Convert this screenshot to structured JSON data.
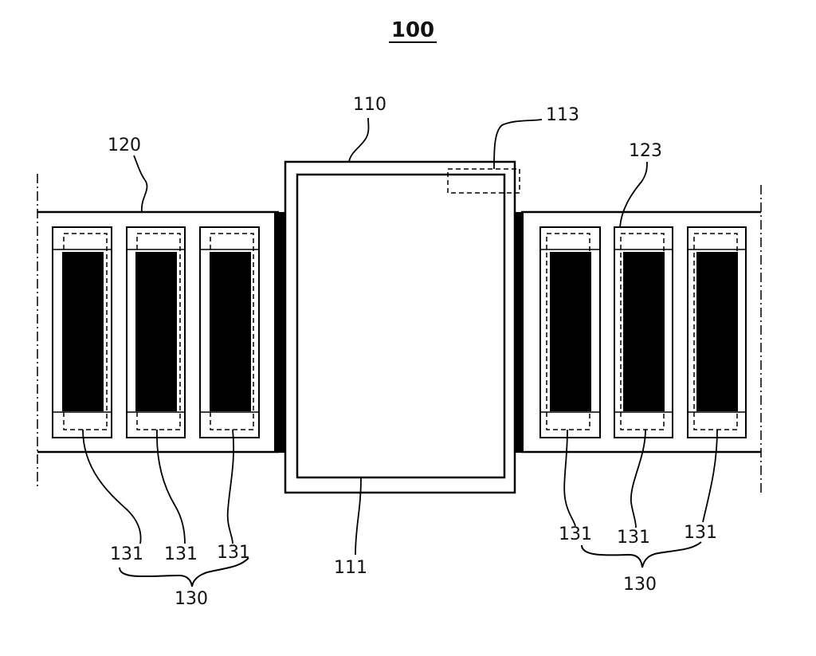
{
  "figure": {
    "title": "100",
    "labels": {
      "main_body": "110",
      "screen": "111",
      "component": "113",
      "band": "120",
      "band_part": "123",
      "module": "131",
      "module_group": "130"
    }
  }
}
